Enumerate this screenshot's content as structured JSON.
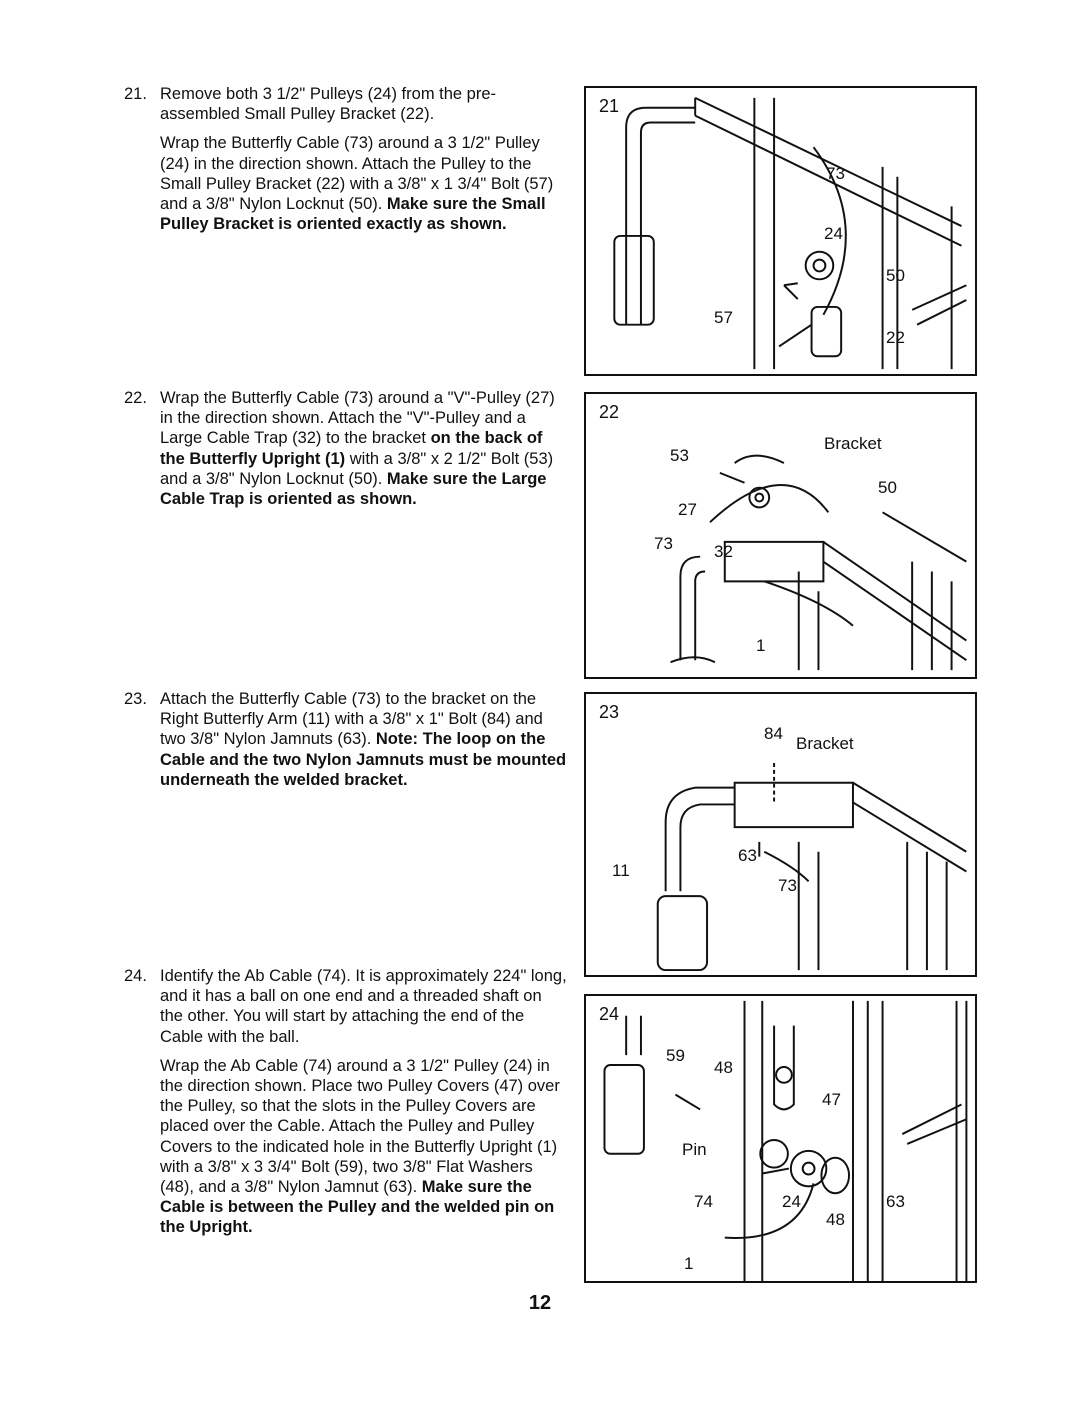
{
  "steps": [
    {
      "number": "21.",
      "p1": "Remove both 3 1/2\" Pulleys (24) from the pre-assembled Small Pulley Bracket (22).",
      "p2_text": "Wrap the Butterfly Cable (73) around a 3 1/2\" Pulley (24) in the direction shown. Attach the Pulley to the Small Pulley Bracket (22) with a 3/8\" x 1 3/4\" Bolt (57) and a 3/8\" Nylon Locknut (50). ",
      "p2_bold": "Make sure the Small Pulley Bracket is oriented exactly as shown."
    },
    {
      "number": "22.",
      "p1_text": "Wrap the Butterfly Cable (73) around a \"V\"-Pulley (27) in the direction shown. Attach the \"V\"-Pulley and a Large Cable Trap (32) to the bracket ",
      "p1_bold": "on the back of the Butterfly Upright (1)",
      "p1_text2": " with a 3/8\" x 2 1/2\" Bolt (53) and a 3/8\" Nylon Locknut (50). ",
      "p1_bold2": "Make sure the Large Cable Trap is oriented as shown."
    },
    {
      "number": "23.",
      "p1_text": "Attach the Butterfly Cable (73) to the bracket on the Right Butterfly Arm (11) with a 3/8\" x 1\" Bolt (84) and two 3/8\" Nylon Jamnuts (63). ",
      "p1_bold": "Note: The loop on the Cable and the two Nylon Jamnuts must be mounted underneath the welded bracket."
    },
    {
      "number": "24.",
      "p1": "Identify the Ab Cable (74). It is approximately 224\" long, and it has a ball on one end and a threaded shaft on the other. You will start by attaching the end of the Cable with the ball.",
      "p2_text": "Wrap the Ab Cable (74) around a 3 1/2\" Pulley (24) in the direction shown. Place two Pulley Covers (47) over the Pulley, so that the slots in the Pulley Covers are placed over the Cable. Attach the Pulley and Pulley Covers to the indicated hole in the Butterfly Upright (1) with a 3/8\" x 3 3/4\" Bolt (59), two 3/8\" Flat Washers (48), and a 3/8\" Nylon Jamnut (63). ",
      "p2_bold": "Make sure the Cable is between the Pulley and the welded pin on the Upright."
    }
  ],
  "figures": [
    {
      "number": "21",
      "labels": [
        "73",
        "24",
        "50",
        "57",
        "22"
      ]
    },
    {
      "number": "22",
      "labels": [
        "Bracket",
        "53",
        "50",
        "27",
        "73",
        "32",
        "1"
      ]
    },
    {
      "number": "23",
      "labels": [
        "84",
        "Bracket",
        "63",
        "11",
        "73"
      ]
    },
    {
      "number": "24",
      "labels": [
        "59",
        "48",
        "47",
        "Pin",
        "74",
        "24",
        "63",
        "48",
        "1"
      ]
    }
  ],
  "page_number": "12"
}
